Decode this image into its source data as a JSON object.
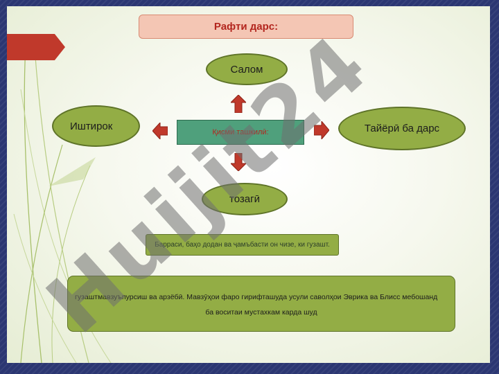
{
  "title": "Рафти дарс:",
  "center": "Қисми ташкилӣ:",
  "nodes": {
    "top": "Салом",
    "left": "Иштирок",
    "right": "Тайёрӣ ба дарс",
    "bottom": "тозагӣ"
  },
  "info_bar": "Барраси, баҳо додан ва ҷамъбасти он чизе, ки гузашт.",
  "bottom_box": {
    "line1": "гузаштмавзуъпурсиш ва арзёбӣ. Мавзӯҳои фаро гирифташуда усули саволҳои Эврика ва Блисс мебошанд",
    "line2": "ба воситаи мустахкам карда шуд"
  },
  "watermark": "Huijit24",
  "colors": {
    "frame": "#2b3672",
    "node_fill": "#93ad45",
    "center_fill": "#4fa07c",
    "arrow": "#c0392b",
    "title_fill": "#f4c6b4",
    "title_text": "#b3261e"
  }
}
